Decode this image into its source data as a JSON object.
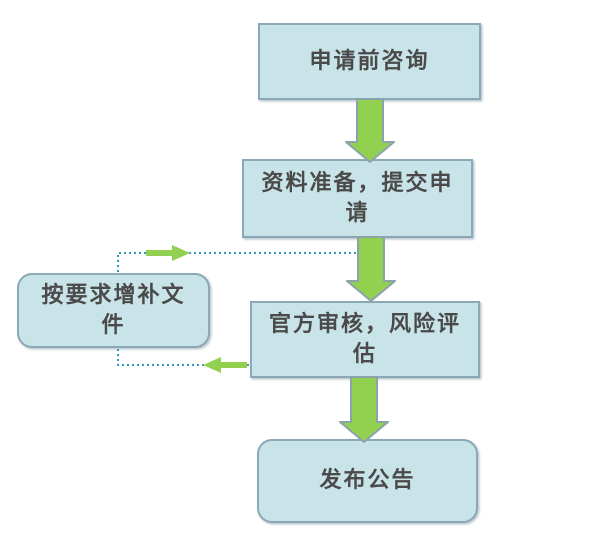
{
  "colors": {
    "box_fill": "#c8e4e9",
    "box_border": "#8aa8b5",
    "arrow_fill": "#92d050",
    "arrow_border": "#8ca3ad",
    "dotted_line": "#3598b8",
    "text_color": "#4a4a4a",
    "background": "#ffffff"
  },
  "flowchart": {
    "nodes": [
      {
        "id": "step-1",
        "label": "申请前咨询",
        "shape": "rectangle"
      },
      {
        "id": "step-2",
        "label": "资料准备，提交申\n请",
        "shape": "rectangle"
      },
      {
        "id": "step-3",
        "label": "官方审核，风险评\n估",
        "shape": "rectangle"
      },
      {
        "id": "step-4",
        "label": "发布公告",
        "shape": "rounded-rectangle"
      },
      {
        "id": "side",
        "label": "按要求增补文\n件",
        "shape": "rounded-rectangle"
      }
    ],
    "edges": [
      {
        "from": "step-1",
        "to": "step-2",
        "style": "solid-block-arrow"
      },
      {
        "from": "step-2",
        "to": "step-3",
        "style": "solid-block-arrow"
      },
      {
        "from": "step-3",
        "to": "step-4",
        "style": "solid-block-arrow"
      },
      {
        "from": "step-3",
        "to": "side",
        "style": "dotted"
      },
      {
        "from": "side",
        "to": "step-3",
        "style": "dotted"
      }
    ]
  }
}
